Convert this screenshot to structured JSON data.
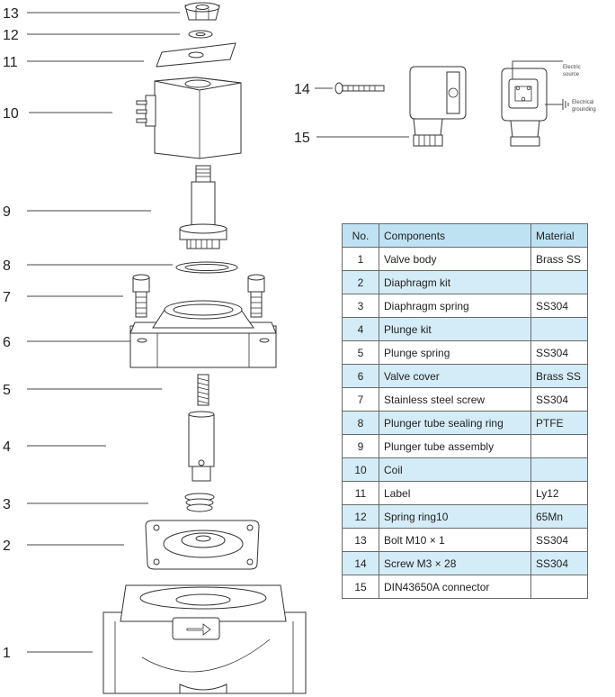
{
  "callouts": [
    "13",
    "12",
    "11",
    "10",
    "9",
    "8",
    "7",
    "6",
    "5",
    "4",
    "3",
    "2",
    "1",
    "14",
    "15"
  ],
  "connector_labels": {
    "source_line1": "Electric",
    "source_line2": "source",
    "ground_line1": "Electrical",
    "ground_line2": "grounding"
  },
  "table": {
    "headers": [
      "No.",
      "Components",
      "Material"
    ],
    "rows": [
      [
        "1",
        "Valve body",
        "Brass SS"
      ],
      [
        "2",
        "Diaphragm kit",
        ""
      ],
      [
        "3",
        "Diaphragm spring",
        "SS304"
      ],
      [
        "4",
        "Plunge kit",
        ""
      ],
      [
        "5",
        "Plunge spring",
        "SS304"
      ],
      [
        "6",
        "Valve cover",
        "Brass SS"
      ],
      [
        "7",
        "Stainless steel screw",
        "SS304"
      ],
      [
        "8",
        "Plunger tube sealing ring",
        "PTFE"
      ],
      [
        "9",
        "Plunger tube assembly",
        ""
      ],
      [
        "10",
        "Coil",
        ""
      ],
      [
        "11",
        "Label",
        "Ly12"
      ],
      [
        "12",
        "Spring ring10",
        "65Mn"
      ],
      [
        "13",
        "Bolt M10 × 1",
        "SS304"
      ],
      [
        "14",
        "Screw M3 × 28",
        "SS304"
      ],
      [
        "15",
        "DIN43650A connector",
        ""
      ]
    ],
    "header_color": "#bfe2f2",
    "stripe_color": "#d4ecf7"
  }
}
